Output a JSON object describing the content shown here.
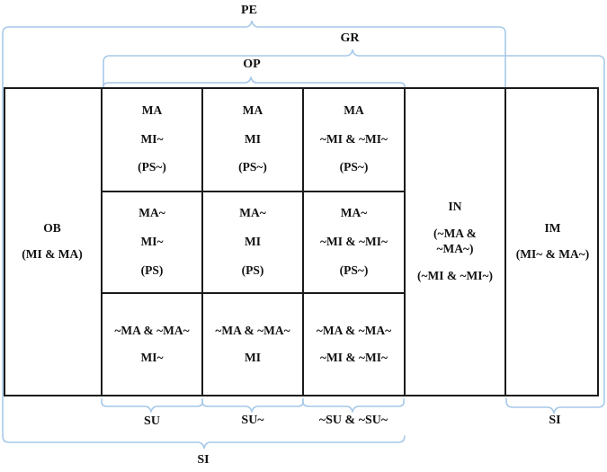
{
  "colors": {
    "brace": "#a6c9e9",
    "line": "#1a1a1a",
    "text": "#111111"
  },
  "labels": {
    "pe": "PE",
    "gr": "GR",
    "op": "OP",
    "su": "SU",
    "su_tilde": "SU~",
    "not_su": "~SU & ~SU~",
    "si_right": "SI",
    "si_bottom": "SI"
  },
  "table": {
    "ob": {
      "title": "OB",
      "sub": "(MI & MA)"
    },
    "in": {
      "title": "IN",
      "sub1a": "(~MA &",
      "sub1b": "~MA~)",
      "sub2": "(~MI & ~MI~)"
    },
    "im": {
      "title": "IM",
      "sub": "(MI~ & MA~)"
    },
    "grid": [
      [
        [
          "MA",
          "MI~",
          "(PS~)"
        ],
        [
          "MA",
          "MI",
          "(PS~)"
        ],
        [
          "MA",
          "~MI & ~MI~",
          "(PS~)"
        ]
      ],
      [
        [
          "MA~",
          "MI~",
          "(PS)"
        ],
        [
          "MA~",
          "MI",
          "(PS)"
        ],
        [
          "MA~",
          "~MI & ~MI~",
          "(PS~)"
        ]
      ],
      [
        [
          "~MA & ~MA~",
          "MI~"
        ],
        [
          "~MA & ~MA~",
          "MI"
        ],
        [
          "~MA & ~MA~",
          "~MI & ~MI~"
        ]
      ]
    ]
  }
}
